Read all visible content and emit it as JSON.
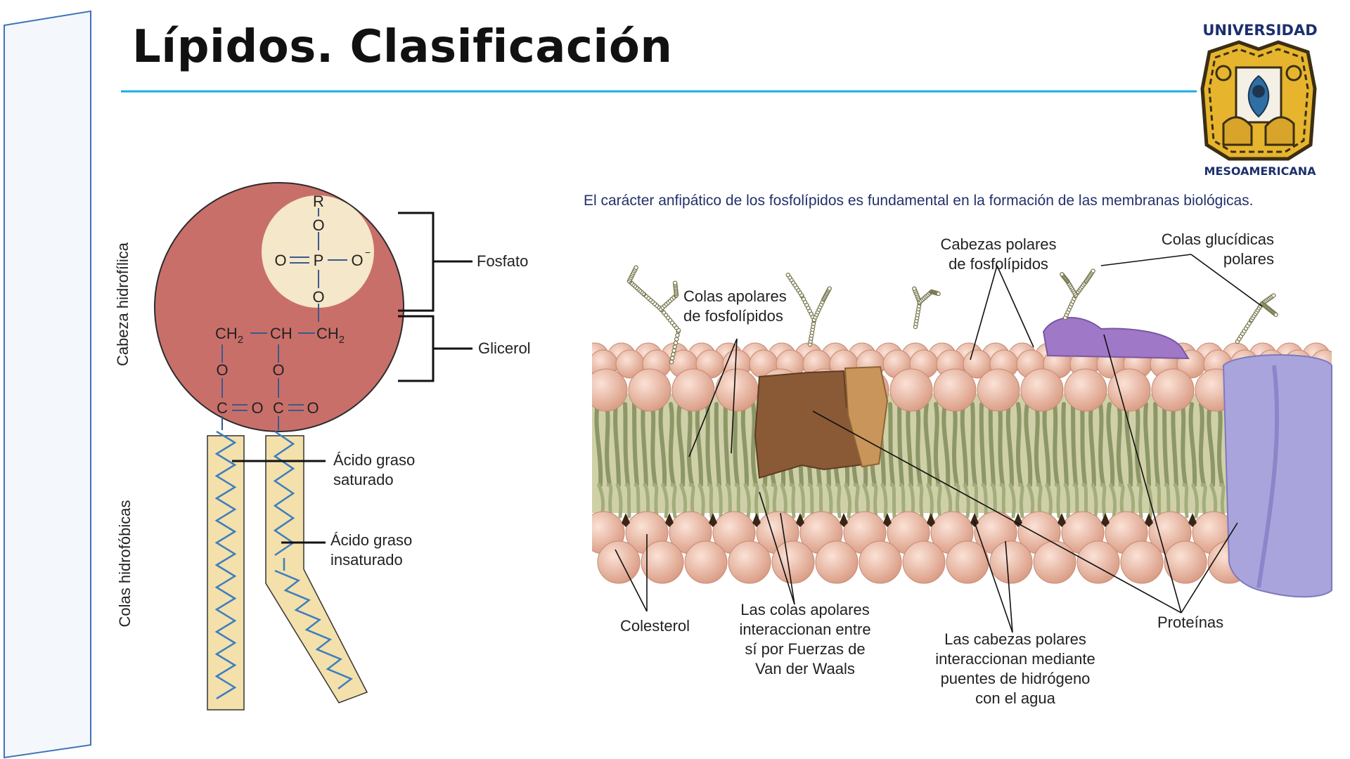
{
  "slide": {
    "title": "Lípidos. Clasificación"
  },
  "logo": {
    "top_text": "UNIVERSIDAD",
    "bottom_text": "MESOAMERICANA"
  },
  "phospholipid": {
    "vertical_labels": {
      "head": "Cabeza hidrofílica",
      "tails": "Colas hidrofóbicas"
    },
    "bracket_labels": {
      "phosphate": "Fosfato",
      "glycerol": "Glicerol"
    },
    "chem": {
      "r": "R",
      "o": "O",
      "p": "P",
      "o_minus": "O",
      "minus": "−",
      "ch2": "CH",
      "ch": "CH",
      "sub2": "2",
      "c": "C"
    },
    "tail_labels": {
      "saturated_1": "Ácido graso",
      "saturated_2": "saturado",
      "unsaturated_1": "Ácido graso",
      "unsaturated_2": "insaturado"
    }
  },
  "membrane": {
    "caption": "El carácter anfipático de los fosfolípidos es fundamental en la formación de las membranas biológicas.",
    "labels": {
      "apolar_tails_1": "Colas apolares",
      "apolar_tails_2": "de fosfolípidos",
      "polar_heads_1": "Cabezas polares",
      "polar_heads_2": "de fosfolípidos",
      "glyco_tails_1": "Colas glucídicas",
      "glyco_tails_2": "polares",
      "cholesterol": "Colesterol",
      "vdw_1": "Las colas apolares",
      "vdw_2": "interaccionan entre",
      "vdw_3": "sí por Fuerzas de",
      "vdw_4": "Van der Waals",
      "hbond_1": "Las cabezas polares",
      "hbond_2": "interaccionan mediante",
      "hbond_3": "puentes de hidrógeno",
      "hbond_4": "con el agua",
      "proteins": "Proteínas"
    }
  },
  "colors": {
    "accent_line": "#19aee0",
    "left_bar": "#3f74b8",
    "head_sphere": "#c96f6a",
    "phosphate_disc": "#f5e7c9",
    "tail_fill": "#f3e0aa",
    "zigzag": "#3c7dc0",
    "bilayer_head": "#efb8a2",
    "bilayer_tail": "#97a172",
    "protein_brown": "#8a5a36",
    "protein_violet": "#a9a5dc",
    "glyco_protein": "#9f78c7",
    "logo_text": "#1c2f6e"
  }
}
